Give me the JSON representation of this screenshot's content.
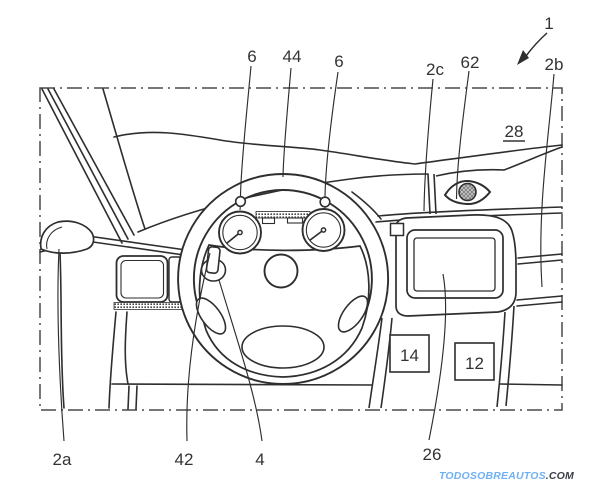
{
  "figure": {
    "description": "Patent-style line drawing of a vehicle cockpit: steering wheel with gauges, ignition key, driver-monitoring eye sensor on the dashboard, center display and console",
    "reference_labels": {
      "r1": "1",
      "r2a": "2a",
      "r2b": "2b",
      "r2c": "2c",
      "r4": "4",
      "r6_left": "6",
      "r6_right": "6",
      "r12": "12",
      "r14": "14",
      "r26": "26",
      "r28": "28",
      "r42": "42",
      "r44": "44",
      "r62": "62"
    }
  },
  "watermark": {
    "name": "TODOSOBREAUTOS",
    "tld": ".COM"
  },
  "colors": {
    "line": "#2e2e2e",
    "label": "#333333",
    "border": "#4a4a4a",
    "watermark_name": "#6fb0f2",
    "watermark_tld": "#3a3e45",
    "background": "#ffffff"
  }
}
